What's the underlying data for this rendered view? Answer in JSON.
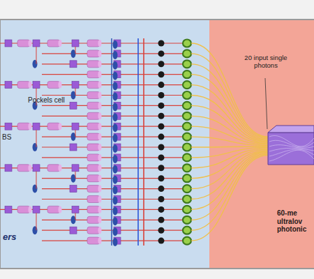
{
  "diagram": {
    "labels": [
      "Pockels cell",
      "BS",
      "ers",
      "20 input single photons",
      "60-me ultralov photonic"
    ]
  }
}
